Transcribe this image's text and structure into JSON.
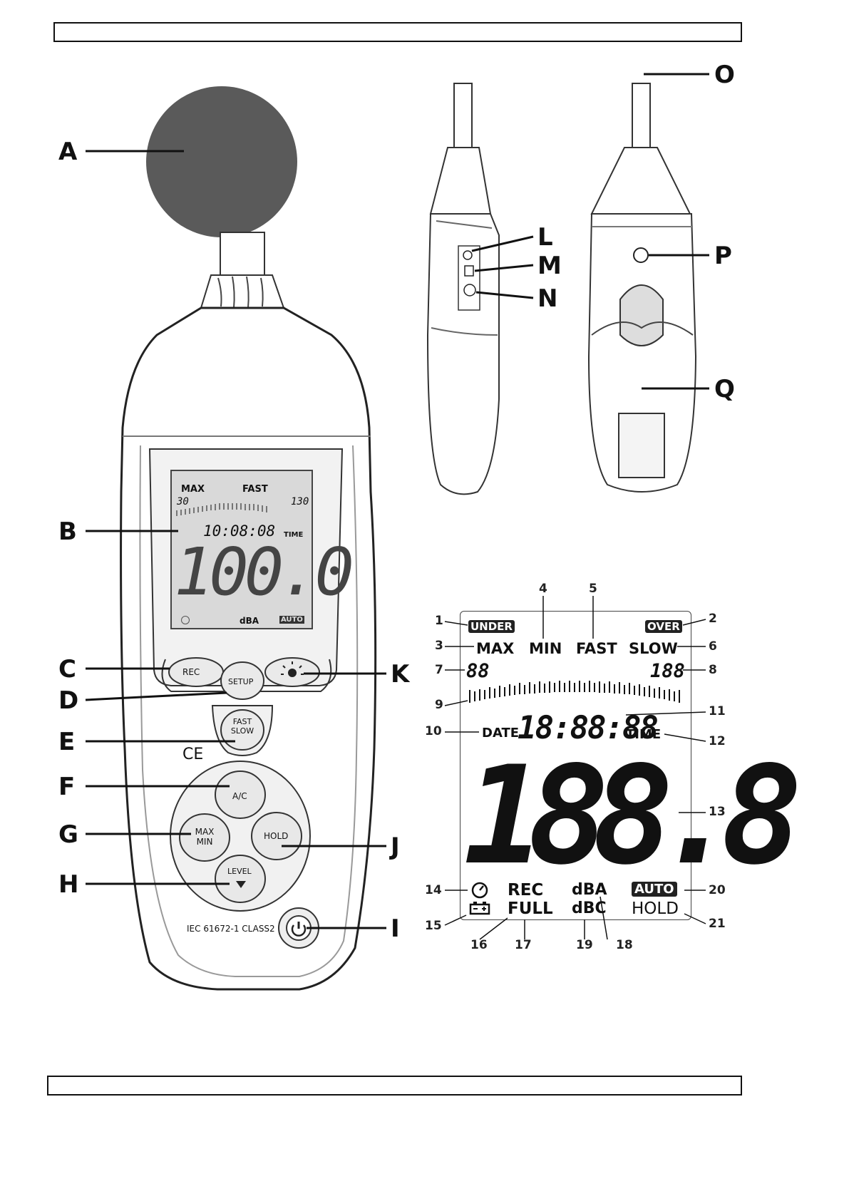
{
  "letters": {
    "A": "A",
    "B": "B",
    "C": "C",
    "D": "D",
    "E": "E",
    "F": "F",
    "G": "G",
    "H": "H",
    "I": "I",
    "J": "J",
    "K": "K",
    "L": "L",
    "M": "M",
    "N": "N",
    "O": "O",
    "P": "P",
    "Q": "Q"
  },
  "meter": {
    "lcd_max": "MAX",
    "lcd_fast": "FAST",
    "lcd_range_low": "30",
    "lcd_range_high": "130",
    "lcd_time": "10:08:08",
    "lcd_time_label": "TIME",
    "lcd_reading": "100.0",
    "lcd_unit": "dBA",
    "lcd_auto": "AUTO",
    "btn_rec": "REC",
    "btn_setup": "SETUP",
    "btn_fast": "FAST",
    "btn_slow": "SLOW",
    "btn_ac": "A/C",
    "btn_max": "MAX",
    "btn_min": "MIN",
    "btn_hold": "HOLD",
    "btn_level": "LEVEL",
    "ce_mark": "CE",
    "standard": "IEC 61672-1 CLASS2"
  },
  "display": {
    "under": "UNDER",
    "over": "OVER",
    "max": "MAX",
    "min": "MIN",
    "fast": "FAST",
    "slow": "SLOW",
    "small_left": "88",
    "small_right": "188",
    "date": "DATE",
    "clock": "18:88:88",
    "time": "TIME",
    "big": "188.8",
    "rec": "REC",
    "full": "FULL",
    "dba": "dBA",
    "dbc": "dBC",
    "auto": "AUTO",
    "hold": "HOLD"
  },
  "callouts": [
    "1",
    "2",
    "3",
    "4",
    "5",
    "6",
    "7",
    "8",
    "9",
    "10",
    "11",
    "12",
    "13",
    "14",
    "15",
    "16",
    "17",
    "18",
    "19",
    "20",
    "21"
  ]
}
